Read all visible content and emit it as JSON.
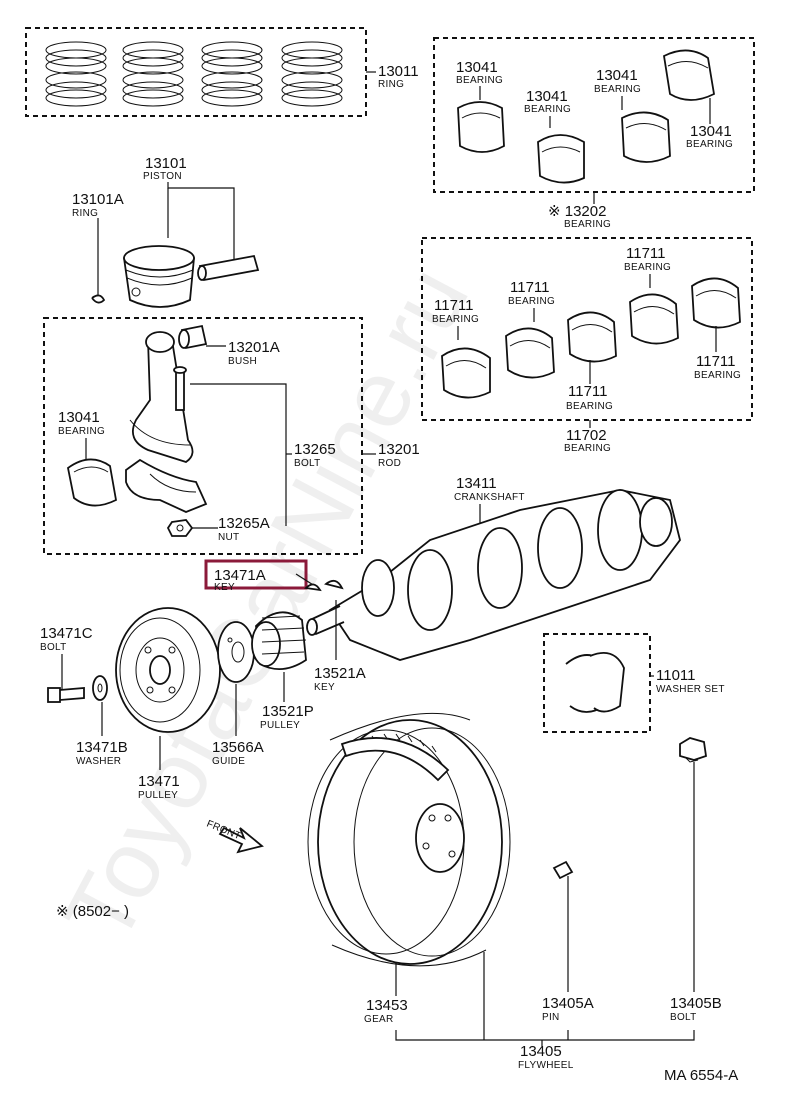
{
  "watermark": "ToyotaCarNine.ru",
  "diagram_code": "MA 6554-A",
  "date_note": "※ (8502−      )",
  "front_label": "FRONT",
  "highlight_color": "#8b1a3a",
  "labels": {
    "ring_13011": {
      "num": "13011",
      "sub": "RING"
    },
    "piston_13101": {
      "num": "13101",
      "sub": "PISTON"
    },
    "ring_13101a": {
      "num": "13101A",
      "sub": "RING"
    },
    "bush_13201a": {
      "num": "13201A",
      "sub": "BUSH"
    },
    "bearing_13041_rod": {
      "num": "13041",
      "sub": "BEARING"
    },
    "bolt_13265": {
      "num": "13265",
      "sub": "BOLT"
    },
    "rod_13201": {
      "num": "13201",
      "sub": "ROD"
    },
    "nut_13265a": {
      "num": "13265A",
      "sub": "NUT"
    },
    "bearing_13041_a": {
      "num": "13041",
      "sub": "BEARING"
    },
    "bearing_13041_b": {
      "num": "13041",
      "sub": "BEARING"
    },
    "bearing_13041_c": {
      "num": "13041",
      "sub": "BEARING"
    },
    "bearing_13041_d": {
      "num": "13041",
      "sub": "BEARING"
    },
    "bearing_13202": {
      "num": "※ 13202",
      "sub": "BEARING"
    },
    "bearing_11711_a": {
      "num": "11711",
      "sub": "BEARING"
    },
    "bearing_11711_b": {
      "num": "11711",
      "sub": "BEARING"
    },
    "bearing_11711_c": {
      "num": "11711",
      "sub": "BEARING"
    },
    "bearing_11711_d": {
      "num": "11711",
      "sub": "BEARING"
    },
    "bearing_11711_e": {
      "num": "11711",
      "sub": "BEARING"
    },
    "bearing_11702": {
      "num": "11702",
      "sub": "BEARING"
    },
    "crankshaft_13411": {
      "num": "13411",
      "sub": "CRANKSHAFT"
    },
    "key_13471a": {
      "num": "13471A",
      "sub": "KEY"
    },
    "key_13521a": {
      "num": "13521A",
      "sub": "KEY"
    },
    "washer_set_11011": {
      "num": "11011",
      "sub": "WASHER SET"
    },
    "bolt_13471c": {
      "num": "13471C",
      "sub": "BOLT"
    },
    "washer_13471b": {
      "num": "13471B",
      "sub": "WASHER"
    },
    "pulley_13471": {
      "num": "13471",
      "sub": "PULLEY"
    },
    "guide_13566a": {
      "num": "13566A",
      "sub": "GUIDE"
    },
    "pulley_13521p": {
      "num": "13521P",
      "sub": "PULLEY"
    },
    "gear_13453": {
      "num": "13453",
      "sub": "GEAR"
    },
    "pin_13405a": {
      "num": "13405A",
      "sub": "PIN"
    },
    "bolt_13405b": {
      "num": "13405B",
      "sub": "BOLT"
    },
    "flywheel_13405": {
      "num": "13405",
      "sub": "FLYWHEEL"
    }
  }
}
